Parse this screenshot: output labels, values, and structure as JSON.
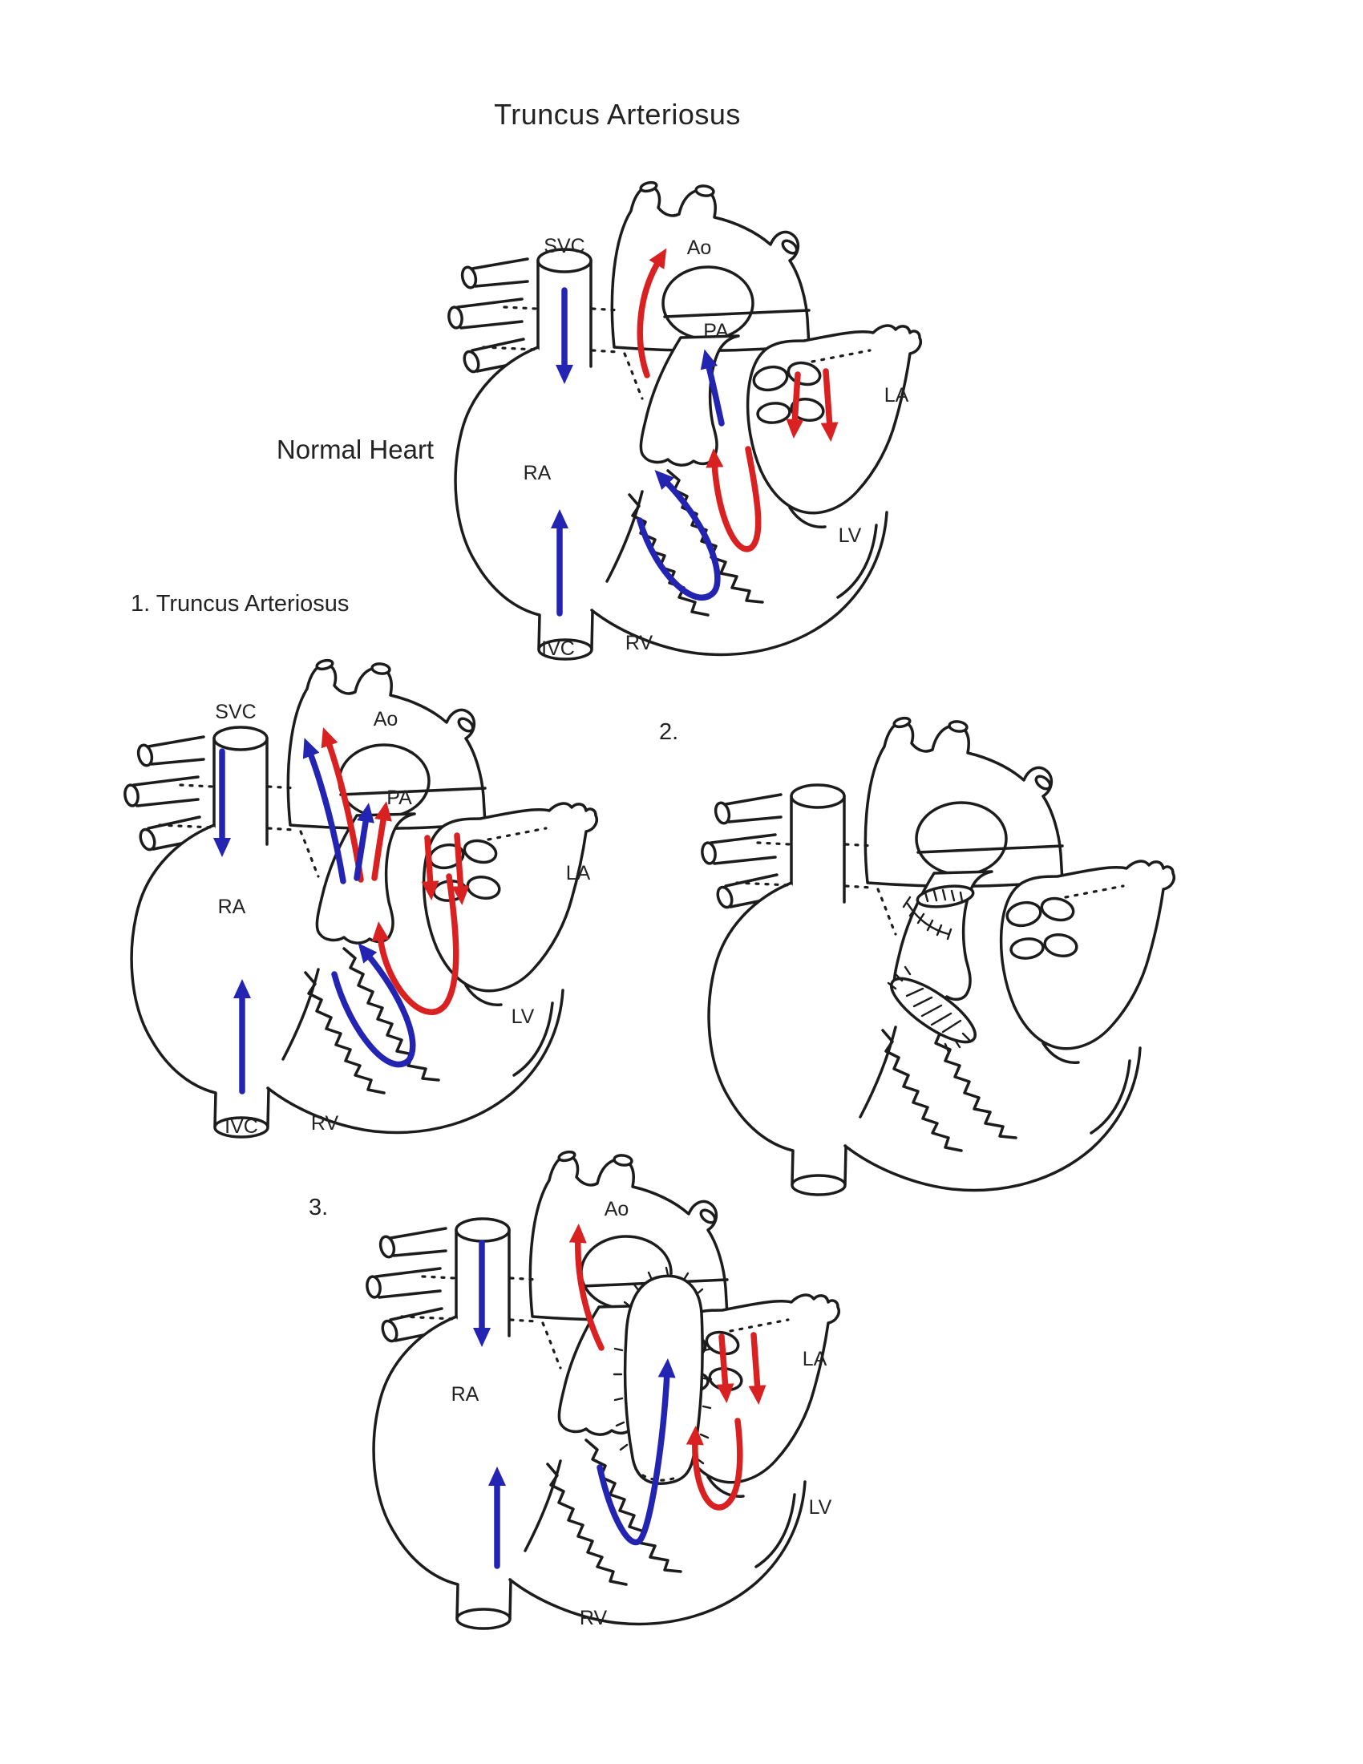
{
  "title": "Truncus Arteriosus",
  "colors": {
    "deoxygenated_blue": "#2424b2",
    "oxygenated_red": "#d92121",
    "line_black": "#1c1c1c"
  },
  "diagrams": {
    "normal": {
      "caption": "Normal Heart",
      "labels": {
        "svc": "SVC",
        "ao": "Ao",
        "pa": "PA",
        "la": "LA",
        "ra": "RA",
        "lv": "LV",
        "rv": "RV",
        "ivc": "IVC"
      }
    },
    "step1": {
      "caption": "1. Truncus Arteriosus",
      "labels": {
        "svc": "SVC",
        "ao": "Ao",
        "pa": "PA",
        "la": "LA",
        "ra": "RA",
        "lv": "LV",
        "rv": "RV",
        "ivc": "IVC"
      }
    },
    "step2": {
      "caption": "2."
    },
    "step3": {
      "caption": "3.",
      "labels": {
        "ao": "Ao",
        "la": "LA",
        "ra": "RA",
        "lv": "LV",
        "rv": "RV"
      }
    }
  }
}
